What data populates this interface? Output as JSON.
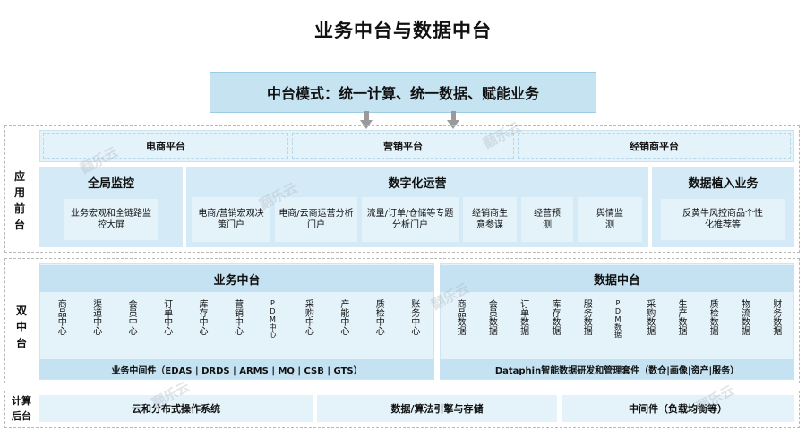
{
  "title": "业务中台与数据中台",
  "mode_box": "中台模式：统一计算、统一数据、赋能业务",
  "watermark": "翻乐云",
  "front": {
    "label": "应用前台",
    "platforms": [
      "电商平台",
      "营销平台",
      "经销商平台"
    ],
    "global_monitor": {
      "title": "全局监控",
      "item": "业务宏观和全链路监控大屏"
    },
    "digital_ops": {
      "title": "数字化运营",
      "items": [
        "电商/营销宏观决策门户",
        "电商/云商运营分析门户",
        "流量/订单/仓储等专题分析门户",
        "经销商生意参谋",
        "经营预测",
        "舆情监测"
      ]
    },
    "data_implant": {
      "title": "数据植入业务",
      "item": "反黄牛风控商品个性化推荐等"
    }
  },
  "dual": {
    "label": "双中台",
    "business": {
      "title": "业务中台",
      "centers": [
        "商品中心",
        "渠道中心",
        "会员中心",
        "订单中心",
        "库存中心",
        "营销中心",
        "PDM中心",
        "采购中心",
        "产能中心",
        "质检中心",
        "账务中心"
      ],
      "middleware": "业务中间件（EDAS | DRDS | ARMS | MQ | CSB | GTS）"
    },
    "data": {
      "title": "数据中台",
      "items": [
        "商品数据",
        "会员数据",
        "订单数据",
        "库存数据",
        "服务数据",
        "PDM数据",
        "采购数据",
        "生产数据",
        "质检数据",
        "物流数据",
        "财务数据"
      ],
      "suite": "Dataphin智能数据研发和管理套件（数仓|画像|资产|服务）"
    }
  },
  "backend": {
    "label": "计算后台",
    "items": [
      "云和分布式操作系统",
      "数据/算法引擎与存储",
      "中间件（负载均衡等）"
    ]
  }
}
